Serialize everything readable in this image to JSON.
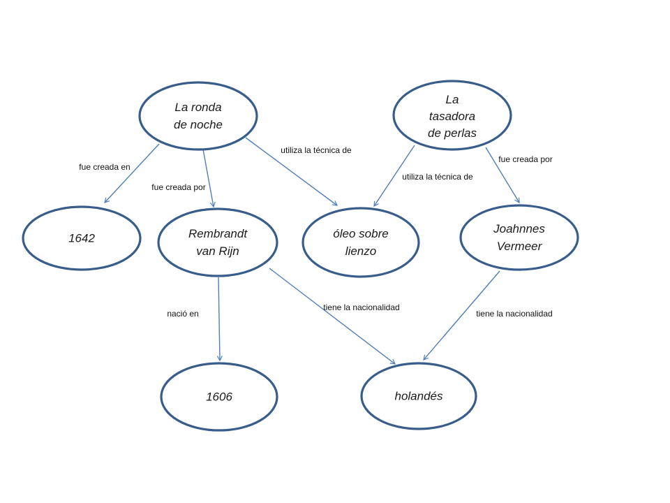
{
  "diagram": {
    "colors": {
      "node_stroke": "#385D8A",
      "edge_stroke": "#4E7FBB",
      "text": "#1A1A1A"
    },
    "nodes": [
      {
        "id": "la-ronda-de-noche",
        "label": "La ronda\nde noche"
      },
      {
        "id": "la-tasadora-de-perlas",
        "label": "La\ntasadora\nde perlas"
      },
      {
        "id": "1642",
        "label": "1642"
      },
      {
        "id": "rembrandt-van-rijn",
        "label": "Rembrandt\nvan Rijn"
      },
      {
        "id": "oleo-sobre-lienzo",
        "label": "óleo sobre\nlienzo"
      },
      {
        "id": "joahnnes-vermeer",
        "label": "Joahnnes\nVermeer"
      },
      {
        "id": "1606",
        "label": "1606"
      },
      {
        "id": "holandes",
        "label": "holandés"
      }
    ],
    "edges": [
      {
        "from": "la-ronda-de-noche",
        "to": "1642",
        "label": "fue creada en"
      },
      {
        "from": "la-ronda-de-noche",
        "to": "rembrandt-van-rijn",
        "label": "fue creada por"
      },
      {
        "from": "la-ronda-de-noche",
        "to": "oleo-sobre-lienzo",
        "label": "utiliza la técnica de"
      },
      {
        "from": "la-tasadora-de-perlas",
        "to": "oleo-sobre-lienzo",
        "label": "utiliza la técnica de"
      },
      {
        "from": "la-tasadora-de-perlas",
        "to": "joahnnes-vermeer",
        "label": "fue creada por"
      },
      {
        "from": "rembrandt-van-rijn",
        "to": "1606",
        "label": "nació en"
      },
      {
        "from": "rembrandt-van-rijn",
        "to": "holandes",
        "label": "tiene la nacionalidad"
      },
      {
        "from": "joahnnes-vermeer",
        "to": "holandes",
        "label": "tiene la nacionalidad"
      }
    ]
  }
}
